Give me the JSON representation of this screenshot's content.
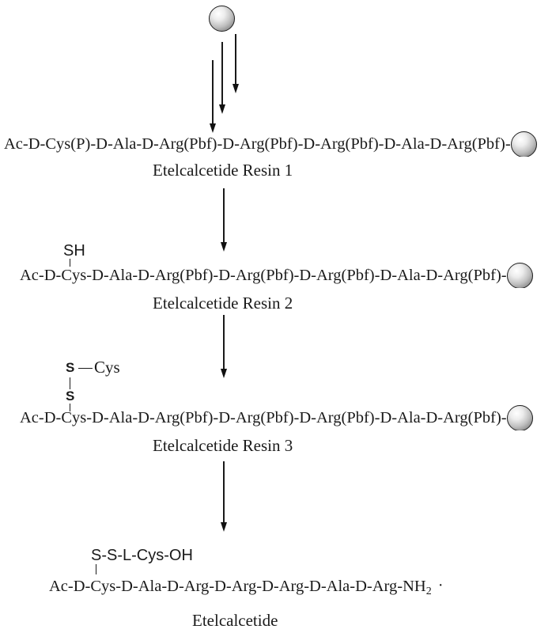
{
  "colors": {
    "ink": "#1a1a1a",
    "background": "#ffffff",
    "bead_highlight": "#ffffff",
    "bead_shadow": "#636363"
  },
  "icons": {
    "bead": "resin-bead",
    "arrow": "down-arrow"
  },
  "scheme": {
    "steps": [
      {
        "sequence": "Ac-D-Cys(P)-D-Ala-D-Arg(Pbf)-D-Arg(Pbf)-D-Arg(Pbf)-D-Ala-D-Arg(Pbf)-",
        "label": "Etelcalcetide Resin 1"
      },
      {
        "substituent": "SH",
        "sequence": "Ac-D-Cys-D-Ala-D-Arg(Pbf)-D-Arg(Pbf)-D-Arg(Pbf)-D-Ala-D-Arg(Pbf)-",
        "label": "Etelcalcetide Resin 2"
      },
      {
        "substituent_s1": "S",
        "substituent_cys": "Cys",
        "substituent_s2": "S",
        "sequence": "Ac-D-Cys-D-Ala-D-Arg(Pbf)-D-Arg(Pbf)-D-Arg(Pbf)-D-Ala-D-Arg(Pbf)-",
        "label": "Etelcalcetide Resin 3"
      },
      {
        "substituent": "S-S-L-Cys-OH",
        "sequence_main": "Ac-D-Cys-D-Ala-D-Arg-D-Arg-D-Arg-D-Ala-D-Arg-NH",
        "sequence_subscript": "2",
        "sequence_tail": "·",
        "label": "Etelcalcetide"
      }
    ]
  }
}
